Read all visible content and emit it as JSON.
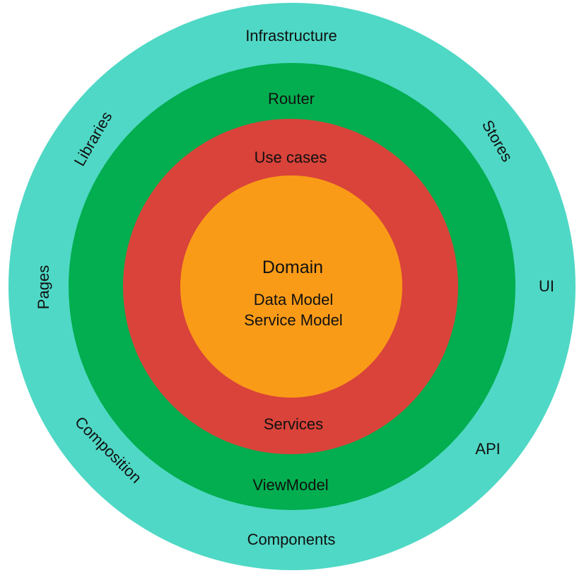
{
  "diagram": {
    "colors": {
      "infrastructure_ring": "#4fd8c5",
      "application_ring": "#02ae4f",
      "use_case_ring": "#d9433a",
      "domain_core": "#fa9b17",
      "text": "#111111",
      "background": "#ffffff"
    },
    "infrastructure": {
      "title": "Infrastructure",
      "labels": {
        "libraries": "Libraries",
        "stores": "Stores",
        "pages": "Pages",
        "ui": "UI",
        "composition": "Composition",
        "api": "API",
        "components": "Components"
      }
    },
    "application": {
      "top_label": "Router",
      "bottom_label": "ViewModel"
    },
    "use_cases": {
      "top_label": "Use cases",
      "bottom_label": "Services"
    },
    "domain": {
      "title": "Domain",
      "line1": "Data Model",
      "line2": "Service Model"
    }
  }
}
